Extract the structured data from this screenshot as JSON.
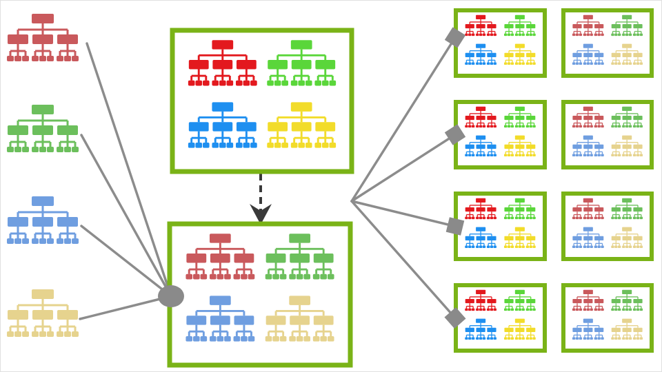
{
  "colors": {
    "frame_border": "#e0e0e0",
    "box_border": "#7ab317",
    "box_fill": "#ffffff",
    "connector": "#8c8c8c",
    "connector_node": "#8a8a8a",
    "arrow": "#3a3a3a",
    "muted": {
      "red": "#c9595c",
      "green": "#6cbf5c",
      "blue": "#6f9ee0",
      "yellow": "#e6d38e"
    },
    "vivid": {
      "red": "#e3191e",
      "green": "#5ad63a",
      "blue": "#1e8ff0",
      "yellow": "#f2dc2a"
    }
  },
  "diagram": {
    "source_trees": [
      "red",
      "green",
      "blue",
      "yellow"
    ],
    "master_box": {
      "trees": [
        "red",
        "green",
        "blue",
        "yellow"
      ],
      "palette": "vivid"
    },
    "combined_box": {
      "trees": [
        "red",
        "green",
        "blue",
        "yellow"
      ],
      "palette": "muted"
    },
    "output_boxes": {
      "palette_first_column": "vivid",
      "palette_second_column": "muted",
      "rows": 4,
      "columns": 2
    },
    "flow": {
      "sources_merge_at": "circle-node",
      "master_to_combined": "dashed-arrow",
      "fan_out_to_outputs": "square-nodes"
    }
  }
}
